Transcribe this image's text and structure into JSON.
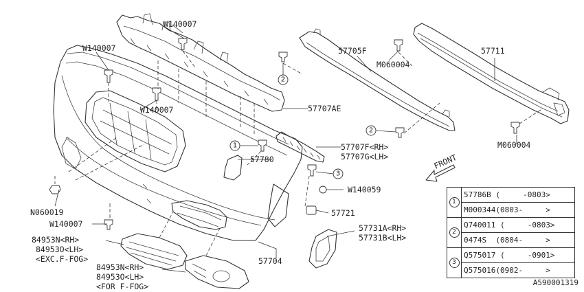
{
  "labels": {
    "w140007_top": "W140007",
    "w140007_left": "W140007",
    "w140007_mid": "W140007",
    "w140007_bottom": "W140007",
    "p57705f": "57705F",
    "m060004_top": "M060004",
    "m060004_right": "M060004",
    "p57711": "57711",
    "p57707ae": "57707AE",
    "p57707f": "57707F<RH>",
    "p57707g": "57707G<LH>",
    "p57780": "57780",
    "w140059": "W140059",
    "n060019": "N060019",
    "p57721": "57721",
    "p57731a": "57731A<RH>",
    "p57731b": "57731B<LH>",
    "p57704": "57704",
    "p84953n_a": "84953N<RH>",
    "p84953o_a": "84953O<LH>",
    "exc_ffog": "<EXC.F-FOG>",
    "p84953n_b": "84953N<RH>",
    "p84953o_b": "84953O<LH>",
    "for_ffog": "<FOR F-FOG>",
    "front": "FRONT",
    "callout1": "1",
    "callout2a": "2",
    "callout2b": "2",
    "callout3": "3"
  },
  "legend": [
    {
      "num": "1",
      "rows": [
        "57786B (     -0803>",
        "M000344(0803-     >"
      ]
    },
    {
      "num": "2",
      "rows": [
        "Q740011 (     -0803>",
        "0474S  (0804-     >"
      ]
    },
    {
      "num": "3",
      "rows": [
        "Q575017 (     -0901>",
        "Q575016(0902-     >"
      ]
    }
  ],
  "diagram_code": "A590001319"
}
